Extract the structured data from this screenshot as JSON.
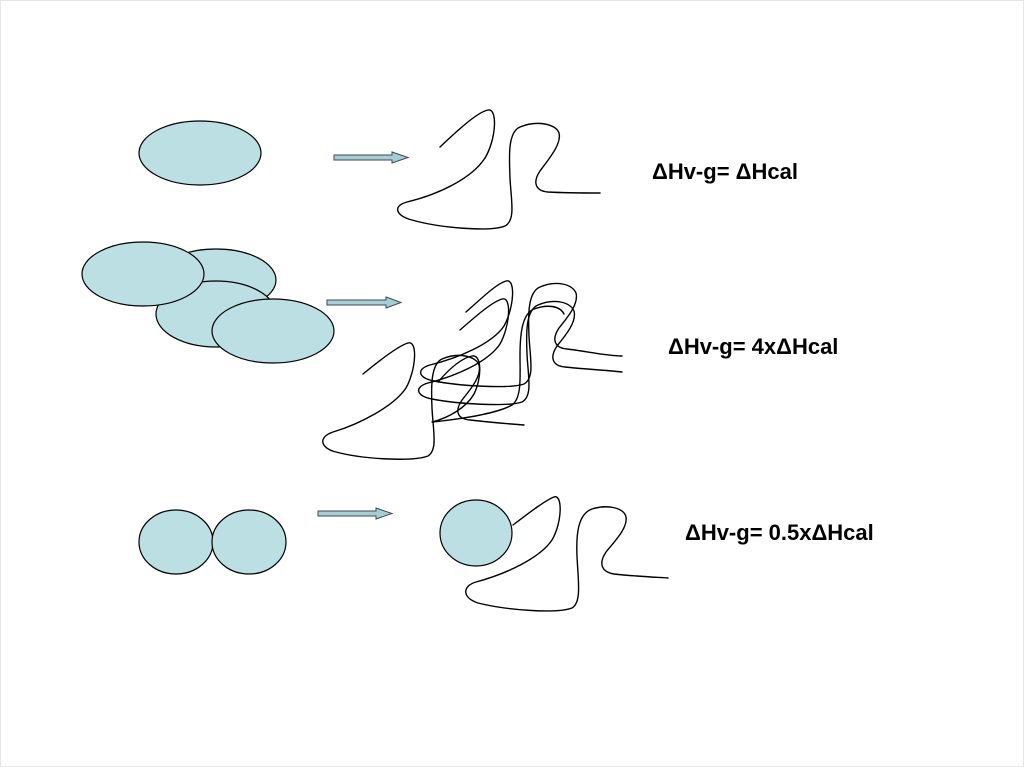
{
  "colors": {
    "blob_fill": "#bcdfe3",
    "blob_stroke": "#000000",
    "arrow_fill": "#a9cdd6",
    "arrow_stroke": "#3c4a52",
    "chain_stroke": "#000000",
    "text": "#000000"
  },
  "rows": [
    {
      "before": "single-ellipse",
      "after": "single-coil",
      "equation": "ΔHv-g= ΔHcal"
    },
    {
      "before": "four-overlapping-ellipses",
      "after": "four-tangled-coils",
      "equation": "ΔHv-g= 4xΔHcal"
    },
    {
      "before": "two-touching-circles",
      "after": "circle-plus-coil",
      "equation": "ΔHv-g= 0.5xΔHcal"
    }
  ]
}
